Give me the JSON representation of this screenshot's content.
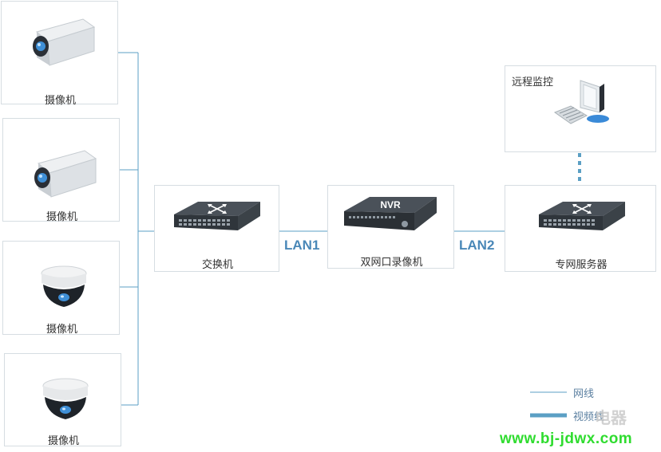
{
  "nodes": {
    "cam1": "摄像机",
    "cam2": "摄像机",
    "cam3": "摄像机",
    "cam4": "摄像机",
    "switch": "交换机",
    "nvr": "双网口录像机",
    "nvr_badge": "NVR",
    "server": "专网服务器",
    "remote": "远程监控"
  },
  "links": {
    "lan1": "LAN1",
    "lan2": "LAN2"
  },
  "legend": {
    "network": "网线",
    "video": "视频线"
  },
  "watermark": {
    "url": "www.bj-jdwx.com",
    "mark": "电器"
  },
  "colors": {
    "line": "#5b9fc4",
    "accent": "#4a88b8",
    "watermark": "#2fdc2f"
  },
  "icons": [
    "bullet-camera-icon",
    "dome-camera-icon",
    "network-switch-icon",
    "nvr-recorder-icon",
    "monitor-pc-icon"
  ]
}
